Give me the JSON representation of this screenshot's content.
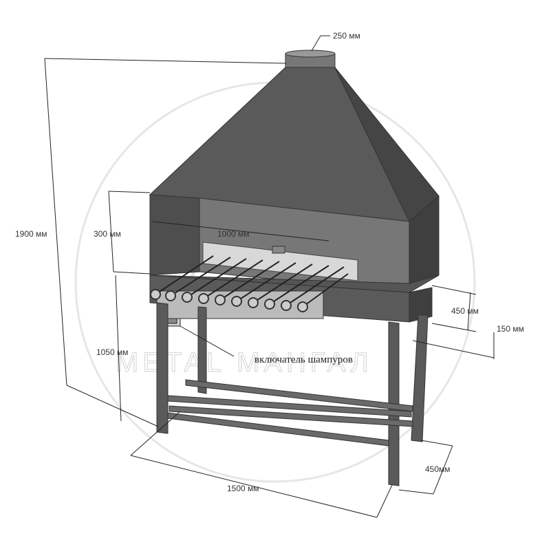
{
  "dimensions": {
    "chimney_diameter": "250 мм",
    "total_height": "1900 мм",
    "hood_opening_height": "300 мм",
    "inner_width": "1000 мм",
    "firebox_depth": "450 мм",
    "firebox_height": "150 мм",
    "stand_height": "1050 мм",
    "length": "1500 мм",
    "depth": "450мм"
  },
  "annotation": "включатель шампуров",
  "watermark": "METAL МАНГАЛ",
  "colors": {
    "hood_front": "#5a5a5a",
    "hood_side": "#454545",
    "frame": "#585858",
    "dimension_line": "#222222"
  }
}
